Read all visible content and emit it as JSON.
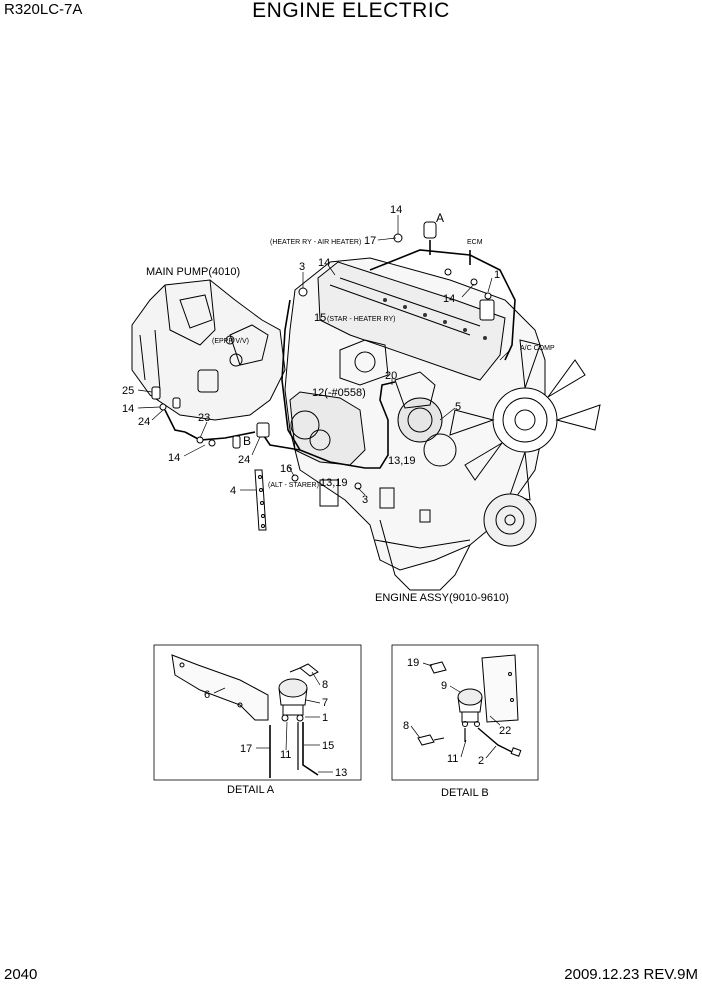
{
  "header": {
    "model": "R320LC-7A",
    "title": "ENGINE ELECTRIC"
  },
  "footer": {
    "page": "2040",
    "date_rev": "2009.12.23  REV.9M"
  },
  "main_diagram": {
    "labels": {
      "main_pump": "MAIN PUMP(4010)",
      "engine_assy": "ENGINE ASSY(9010-9610)",
      "heater_ry": "(HEATER RY - AIR HEATER)",
      "star_heater": "(STAR - HEATER RY)",
      "eppr": "(EPPR V/V)",
      "alt_starter": "(ALT - STARER)",
      "ecm": "ECM",
      "ac_comp": "A/C COMP",
      "detail_ref_a": "A",
      "detail_ref_b": "B"
    },
    "callouts": {
      "n14_top": "14",
      "n17": "17",
      "n3": "3",
      "n14_b": "14",
      "n1": "1",
      "n14_c": "14",
      "n15": "15",
      "n12": "12(-#0558)",
      "n20": "20",
      "n5": "5",
      "n25": "25",
      "n14_d": "14",
      "n24": "24",
      "n23": "23",
      "n14_e": "14",
      "n24_b": "24",
      "n16": "16",
      "n4": "4",
      "n1319_a": "13,19",
      "n1319_b": "13,19",
      "n3_b": "3"
    }
  },
  "detail_a": {
    "caption": "DETAIL A",
    "callouts": {
      "n6": "6",
      "n8": "8",
      "n7": "7",
      "n1": "1",
      "n17": "17",
      "n11": "11",
      "n15": "15",
      "n13": "13"
    }
  },
  "detail_b": {
    "caption": "DETAIL B",
    "callouts": {
      "n19": "19",
      "n9": "9",
      "n8": "8",
      "n22": "22",
      "n11": "11",
      "n2": "2"
    }
  }
}
